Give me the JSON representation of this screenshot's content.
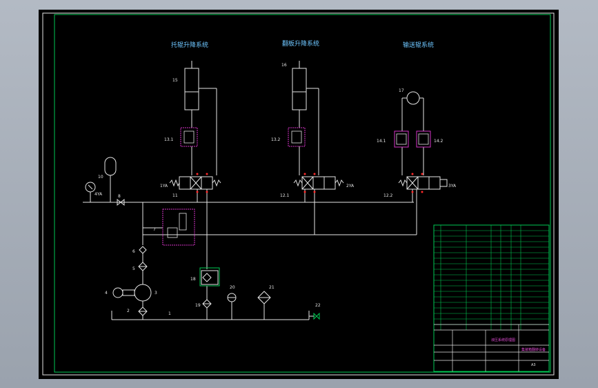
{
  "systems": {
    "roller_lift": "托辊升降系统",
    "flap_lift": "翻板升降系统",
    "conveyor": "输送辊系统"
  },
  "labels": {
    "n1": "1",
    "n2": "2",
    "n3": "3",
    "n4": "4",
    "n5": "5",
    "n6": "6",
    "n7": "7",
    "n8": "8",
    "n10": "10",
    "n11": "11",
    "n12_1": "12.1",
    "n12_2": "12.2",
    "n13_1": "13.1",
    "n13_2": "13.2",
    "n14_1": "14.1",
    "n14_2": "14.2",
    "n15": "15",
    "n16": "16",
    "n17": "17",
    "n18": "18",
    "n19": "19",
    "n20": "20",
    "n21": "21",
    "n22": "22",
    "sol_a": "1YA",
    "sol_b": "2YA",
    "sol_c": "3YA",
    "sol_d": "4YA"
  },
  "title_block": {
    "drawing_title": "液压系统原理图",
    "product_name": "集装箱翻转设备",
    "sheet_size": "A3"
  },
  "colors": {
    "frame_green": "#00c853",
    "line_white": "#e6e6e6",
    "valve_magenta": "#d633c8",
    "marker_red": "#ff2a2a",
    "title_blue": "#6ec6ff"
  }
}
